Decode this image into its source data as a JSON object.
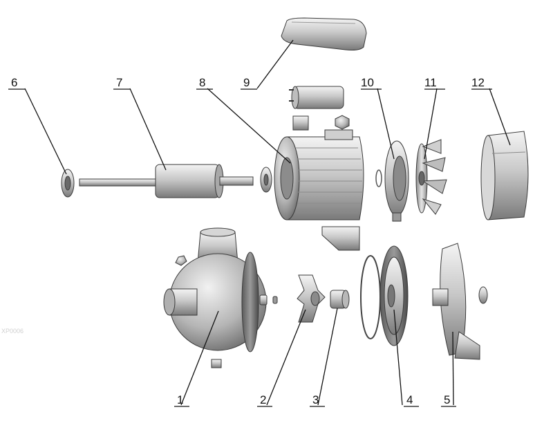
{
  "watermark": "XP0006",
  "callouts": [
    {
      "id": "1",
      "text": "1"
    },
    {
      "id": "2",
      "text": "2"
    },
    {
      "id": "3",
      "text": "3"
    },
    {
      "id": "4",
      "text": "4"
    },
    {
      "id": "5",
      "text": "5"
    },
    {
      "id": "6",
      "text": "6"
    },
    {
      "id": "7",
      "text": "7"
    },
    {
      "id": "8",
      "text": "8"
    },
    {
      "id": "9",
      "text": "9"
    },
    {
      "id": "10",
      "text": "10"
    },
    {
      "id": "11",
      "text": "11"
    },
    {
      "id": "12",
      "text": "12"
    }
  ]
}
